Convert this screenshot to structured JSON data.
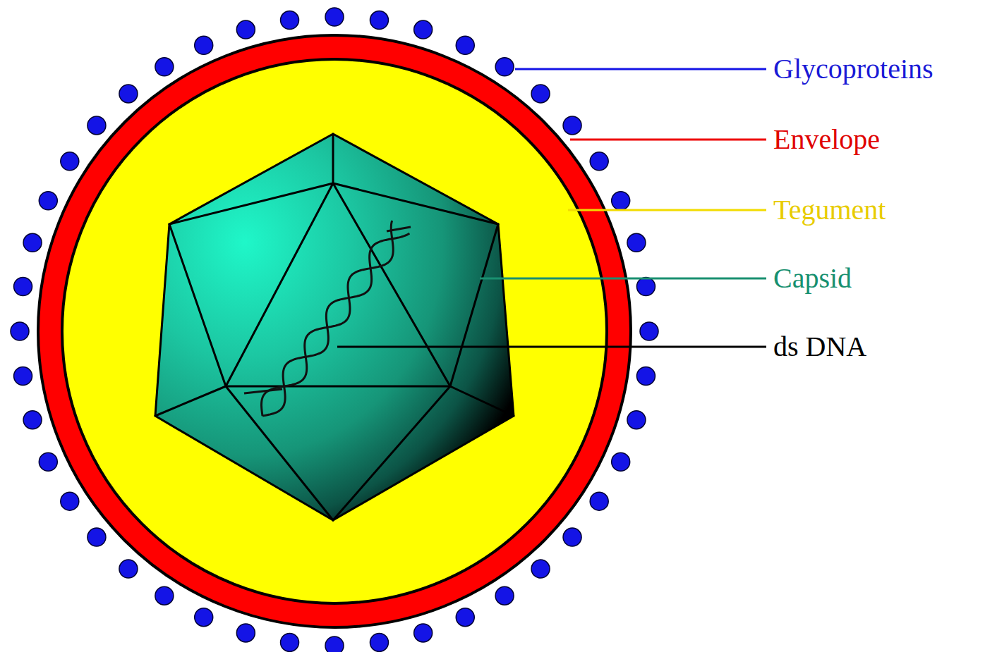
{
  "diagram": {
    "labels": [
      "Glycoproteins",
      "Envelope",
      "Tegument",
      "Capsid",
      "ds DNA"
    ]
  }
}
